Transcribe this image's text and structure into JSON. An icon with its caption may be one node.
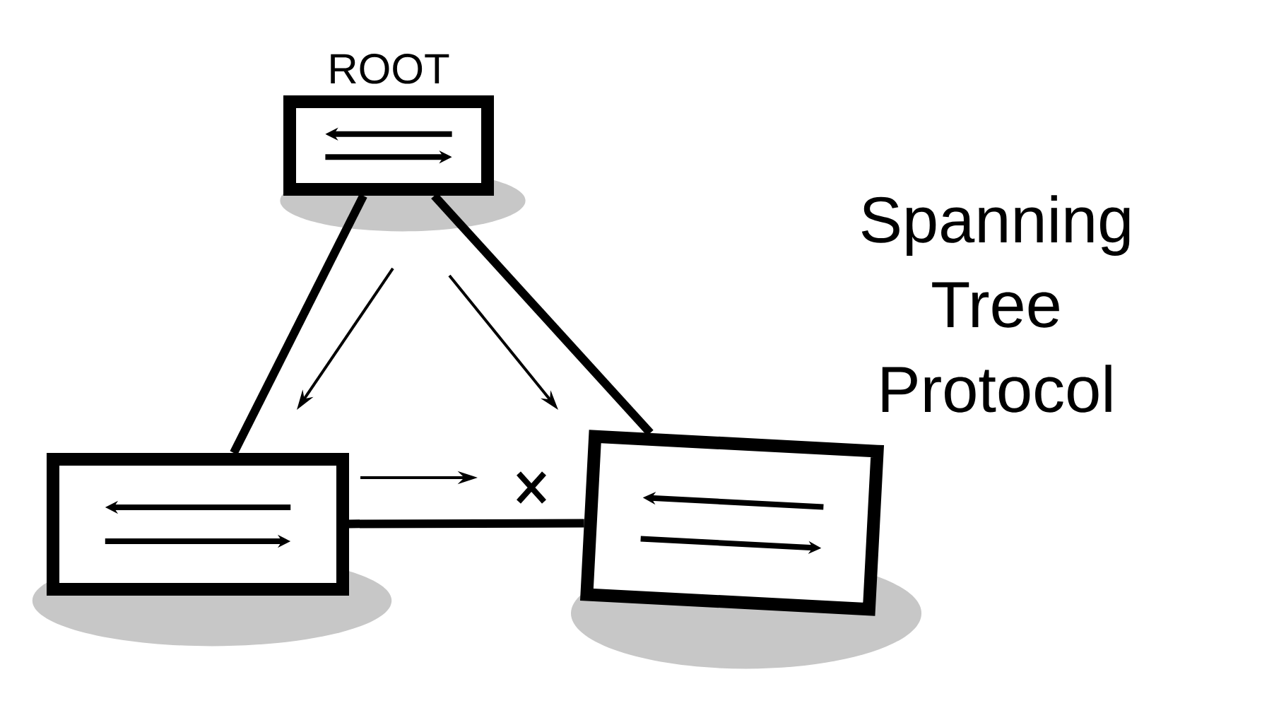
{
  "diagram": {
    "title": "Spanning Tree Protocol",
    "nodes": [
      {
        "text": [
          "ROOT"
        ]
      },
      {
        "text": [],
        "shape": "box"
      },
      {
        "text": [],
        "shape": "box"
      }
    ],
    "edges": [
      {
        "from": 0,
        "to": 1,
        "arrow": "none"
      },
      {
        "from": 0,
        "to": 2,
        "arrow": "none"
      },
      {
        "from": 1,
        "to": 2,
        "arrow": "none"
      }
    ]
  }
}
